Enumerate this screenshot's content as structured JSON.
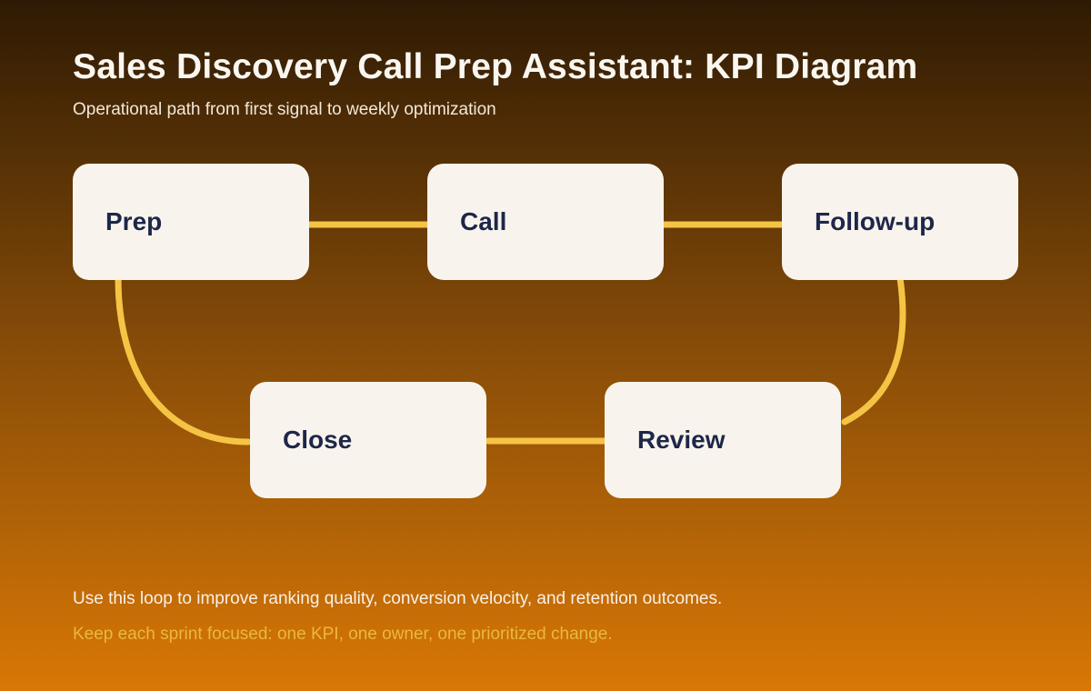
{
  "header": {
    "title": "Sales Discovery Call Prep Assistant: KPI Diagram",
    "subtitle": "Operational path from first signal to weekly optimization"
  },
  "diagram": {
    "nodes": [
      {
        "id": "prep",
        "label": "Prep"
      },
      {
        "id": "call",
        "label": "Call"
      },
      {
        "id": "follow-up",
        "label": "Follow-up"
      },
      {
        "id": "close",
        "label": "Close"
      },
      {
        "id": "review",
        "label": "Review"
      }
    ],
    "edges": [
      {
        "from": "Prep",
        "to": "Call"
      },
      {
        "from": "Call",
        "to": "Follow-up"
      },
      {
        "from": "Follow-up",
        "to": "Review"
      },
      {
        "from": "Review",
        "to": "Close"
      },
      {
        "from": "Close",
        "to": "Prep"
      }
    ]
  },
  "footer": {
    "line1": "Use this loop to improve ranking quality, conversion velocity, and retention outcomes.",
    "line2": "Keep each sprint focused: one KPI, one owner, one prioritized change."
  },
  "colors": {
    "background_top": "#2e1a04",
    "background_bottom": "#d97706",
    "connector": "#f5c445",
    "node_background": "#f8f4ed",
    "node_text": "#1e2749",
    "title_text": "#faf7f1",
    "footer_accent": "#eab83e"
  }
}
